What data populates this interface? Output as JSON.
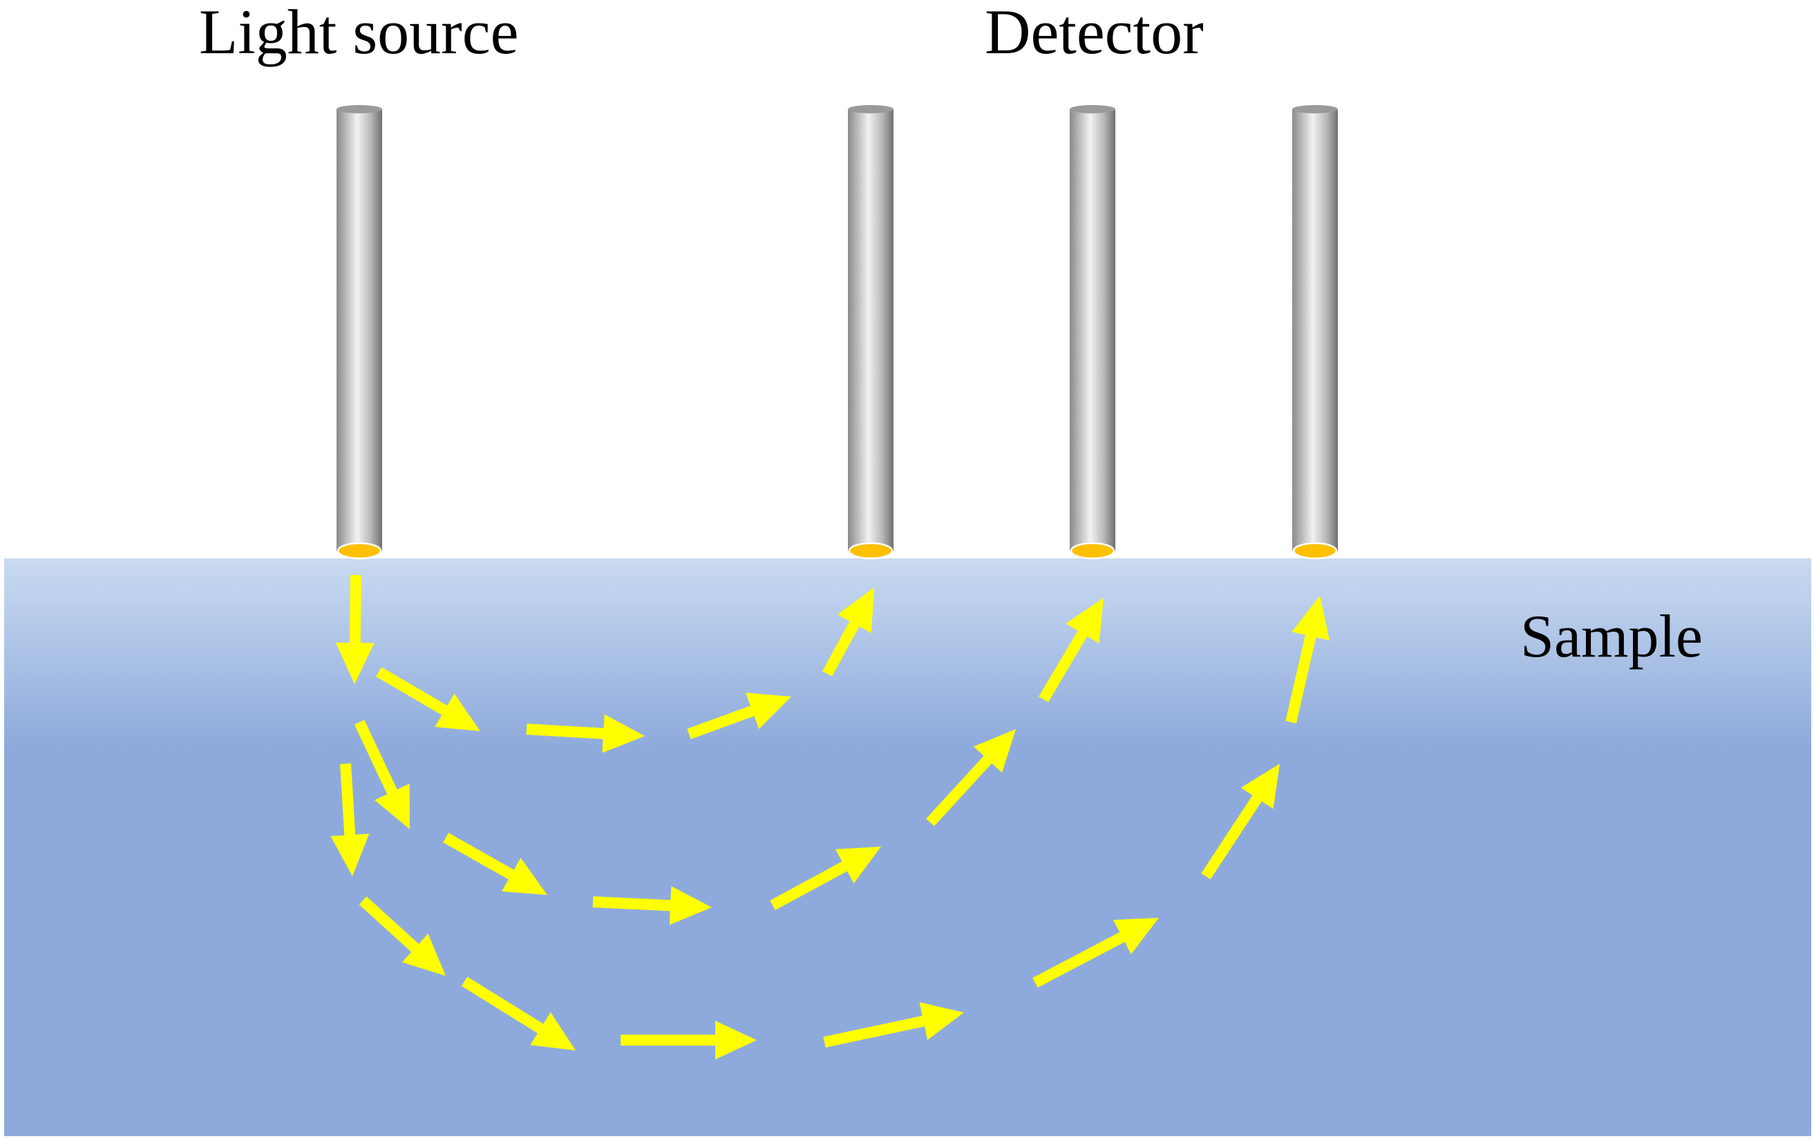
{
  "labels": {
    "light_source": "Light source",
    "detector": "Detector",
    "sample": "Sample"
  },
  "colors": {
    "sample_top": "#c9daf0",
    "sample_body": "#8eaadc",
    "arrow": "#ffff00",
    "fiber_tip": "#ffc000",
    "fiber_dark": "#6f6f6f",
    "fiber_light": "#f2f2f2"
  },
  "fibers": [
    {
      "name": "light-source-fiber"
    },
    {
      "name": "detector-fiber-1"
    },
    {
      "name": "detector-fiber-2"
    },
    {
      "name": "detector-fiber-3"
    }
  ],
  "paths": [
    {
      "name": "photon-path-shallow",
      "target": "detector-fiber-1"
    },
    {
      "name": "photon-path-middle",
      "target": "detector-fiber-2"
    },
    {
      "name": "photon-path-deep",
      "target": "detector-fiber-3"
    }
  ]
}
